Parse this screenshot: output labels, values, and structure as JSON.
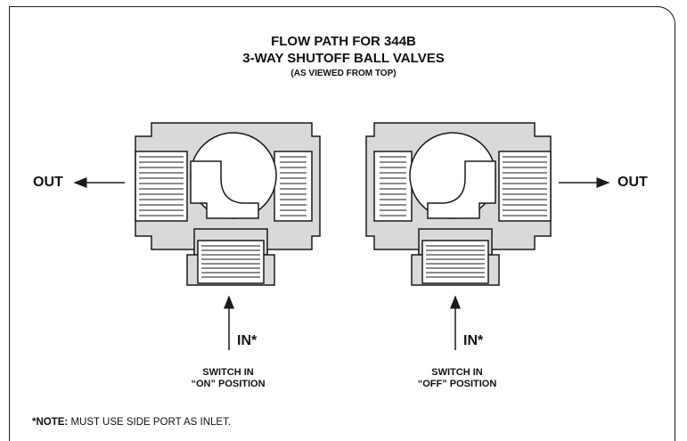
{
  "title": {
    "line1": "FLOW PATH FOR 344B",
    "line2": "3-WAY SHUTOFF BALL VALVES",
    "line3": "(AS VIEWED FROM TOP)"
  },
  "left_valve": {
    "out_label": "OUT",
    "in_label": "IN*",
    "switch_line1": "SWITCH IN",
    "switch_line2": "“ON” POSITION"
  },
  "right_valve": {
    "out_label": "OUT",
    "in_label": "IN*",
    "switch_line1": "SWITCH IN",
    "switch_line2": "“OFF” POSITION"
  },
  "note": {
    "prefix": "*NOTE:",
    "text": " MUST USE SIDE PORT AS INLET."
  },
  "colors": {
    "body_fill": "#d9d9d9",
    "stroke": "#1a1a1a",
    "background": "#ffffff"
  }
}
